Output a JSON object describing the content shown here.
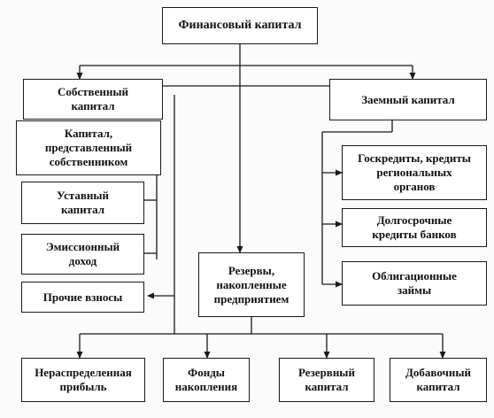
{
  "diagram": {
    "root": "Финансовый капитал",
    "own_capital": "Собственный\nкапитал",
    "borrowed_capital": "Заемный капитал",
    "owner_capital": "Капитал,\nпредставленный\nсобственником",
    "charter_capital": "Уставный\nкапитал",
    "emission_income": "Эмиссионный\nдоход",
    "other_contributions": "Прочие взносы",
    "reserves": "Резервы,\nнакопленные\nпредприятием",
    "state_credits": "Госкредиты, кредиты\nрегиональных\nорганов",
    "long_term_loans": "Долгосрочные\nкредиты банков",
    "bond_loans": "Облигационные\nзаймы",
    "retained_earnings": "Нераспределенная\nприбыль",
    "accumulation_funds": "Фонды\nнакопления",
    "reserve_capital": "Резервный\nкапитал",
    "additional_capital": "Добавочный\nкапитал"
  },
  "colors": {
    "line": "#1a1a1a",
    "box_border": "#1a1a1a",
    "text": "#111111"
  }
}
